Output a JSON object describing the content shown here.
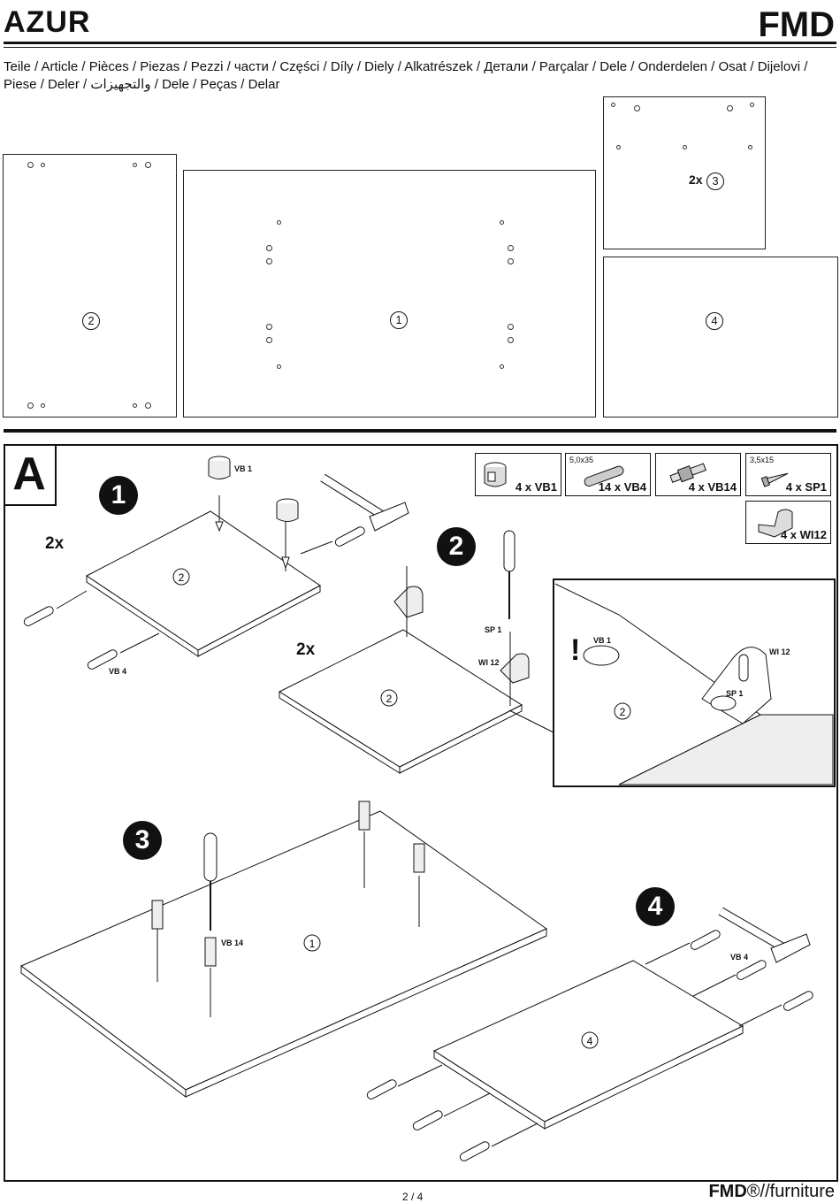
{
  "header": {
    "product": "AZUR",
    "brand": "FMD"
  },
  "parts_heading": "Teile / Article / Pièces / Piezas / Pezzi / части / Części / Díly / Diely / Alkatrészek / Детали / Parçalar / Dele / Onderdelen / Osat / Dijelovi / Piese / Deler / والتجهيزات / Dele / Peças / Delar",
  "parts": {
    "p1": "1",
    "p2": "2",
    "p3": "3",
    "p3_qty": "2x",
    "p4": "4"
  },
  "section": {
    "letter": "A"
  },
  "hardware": [
    {
      "code": "4 x VB1",
      "size": ""
    },
    {
      "code": "14 x VB4",
      "size": "5,0x35"
    },
    {
      "code": "4 x VB14",
      "size": ""
    },
    {
      "code": "4 x SP1",
      "size": "3,5x15"
    },
    {
      "code": "4 x WI12",
      "size": ""
    }
  ],
  "steps": {
    "s1": "1",
    "s2": "2",
    "s3": "3",
    "s4": "4",
    "s1_qty": "2x",
    "s2_qty": "2x"
  },
  "labels": {
    "vb1": "VB 1",
    "vb4": "VB 4",
    "vb14": "VB 14",
    "sp1": "SP 1",
    "wi12": "WI 12",
    "wi12_detail": "WI 12",
    "sp1_detail": "SP 1",
    "vb1_detail": "VB 1",
    "vb4_step4": "VB 4",
    "warning": "!"
  },
  "footer": {
    "page": "2 / 4",
    "brand_bold": "FMD",
    "brand_rest": "®//furniture"
  }
}
